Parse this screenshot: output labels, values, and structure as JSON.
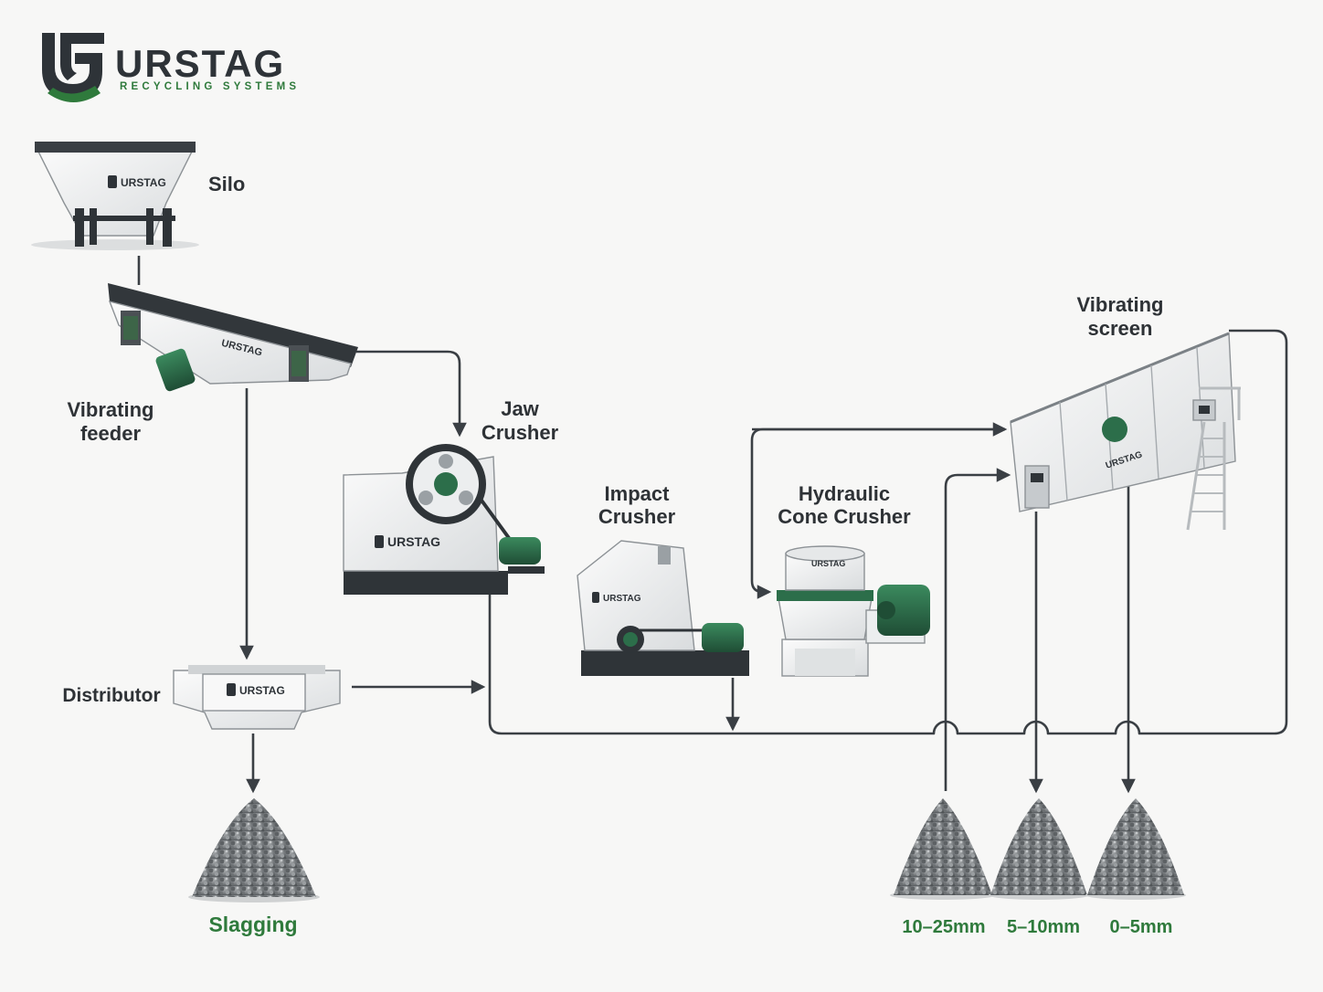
{
  "brand": {
    "name": "URSTAG",
    "tagline": "RECYCLING SYSTEMS",
    "logo_icon": "shield-u-g-monogram",
    "colors": {
      "dark": "#2e3338",
      "green": "#2f7a3c"
    }
  },
  "equipment": {
    "silo": {
      "label": "Silo",
      "badge": "URSTAG"
    },
    "vibrating_feeder": {
      "label_line1": "Vibrating",
      "label_line2": "feeder",
      "badge": "URSTAG"
    },
    "jaw_crusher": {
      "label_line1": "Jaw",
      "label_line2": "Crusher",
      "badge": "URSTAG"
    },
    "impact_crusher": {
      "label_line1": "Impact",
      "label_line2": "Crusher",
      "badge": "URSTAG"
    },
    "cone_crusher": {
      "label_line1": "Hydraulic",
      "label_line2": "Cone Crusher",
      "badge": "URSTAG"
    },
    "vibrating_screen": {
      "label_line1": "Vibrating",
      "label_line2": "screen",
      "badge": "URSTAG"
    },
    "distributor": {
      "label": "Distributor",
      "badge": "URSTAG"
    }
  },
  "outputs": {
    "slagging": "Slagging",
    "size_10_25": "10–25mm",
    "size_5_10": "5–10mm",
    "size_0_5": "0–5mm"
  },
  "colors": {
    "background": "#f7f7f6",
    "flow_line": "#3a3f44",
    "machine_body": "#eceeef",
    "machine_base": "#2f3438",
    "motor_green": "#2c6e4a",
    "product_label": "#2f7a3c",
    "gravel": "#7d8082"
  }
}
